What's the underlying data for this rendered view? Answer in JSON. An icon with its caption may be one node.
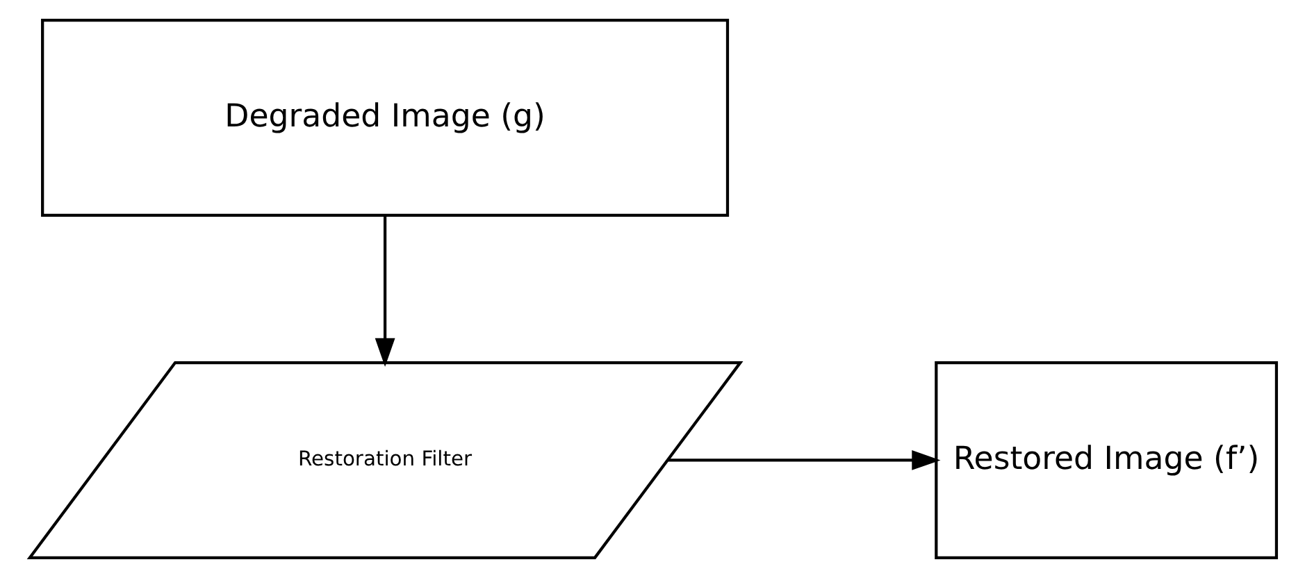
{
  "diagram": {
    "nodes": [
      {
        "text": [
          "Degraded Image (g)"
        ]
      },
      {
        "text": [
          "Restoration Filter"
        ]
      },
      {
        "text": [
          "Restored Image (f’)"
        ]
      }
    ],
    "edges": [
      {
        "from": 0,
        "to": 1,
        "arrow": "to"
      },
      {
        "from": 1,
        "to": 2,
        "arrow": "to"
      }
    ]
  }
}
